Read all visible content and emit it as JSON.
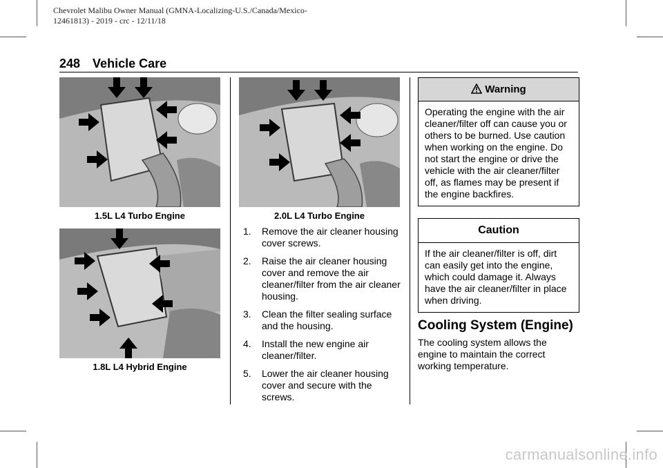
{
  "header": {
    "line1": "Chevrolet Malibu Owner Manual (GMNA-Localizing-U.S./Canada/Mexico-",
    "line2": "12461813) - 2019 - crc - 12/11/18"
  },
  "page": {
    "number": "248",
    "title": "Vehicle Care"
  },
  "figures": {
    "engine_15": {
      "caption": "1.5L L4 Turbo Engine"
    },
    "engine_18": {
      "caption": "1.8L L4 Hybrid Engine"
    },
    "engine_20": {
      "caption": "2.0L L4 Turbo Engine"
    }
  },
  "steps": [
    {
      "num": "1.",
      "text": "Remove the air cleaner housing cover screws."
    },
    {
      "num": "2.",
      "text": "Raise the air cleaner housing cover and remove the air cleaner/filter from the air cleaner housing."
    },
    {
      "num": "3.",
      "text": "Clean the filter sealing surface and the housing."
    },
    {
      "num": "4.",
      "text": "Install the new engine air cleaner/filter."
    },
    {
      "num": "5.",
      "text": "Lower the air cleaner housing cover and secure with the screws."
    }
  ],
  "warning": {
    "title": "Warning",
    "icon": "warning-icon",
    "text": "Operating the engine with the air cleaner/filter off can cause you or others to be burned. Use caution when working on the engine. Do not start the engine or drive the vehicle with the air cleaner/filter off, as flames may be present if the engine backfires."
  },
  "caution": {
    "title": "Caution",
    "text": "If the air cleaner/filter is off, dirt can easily get into the engine, which could damage it. Always have the air cleaner/filter in place when driving."
  },
  "cooling": {
    "title": "Cooling System (Engine)",
    "text": "The cooling system allows the engine to maintain the correct working temperature."
  },
  "watermark": "carmanualsonline.info"
}
